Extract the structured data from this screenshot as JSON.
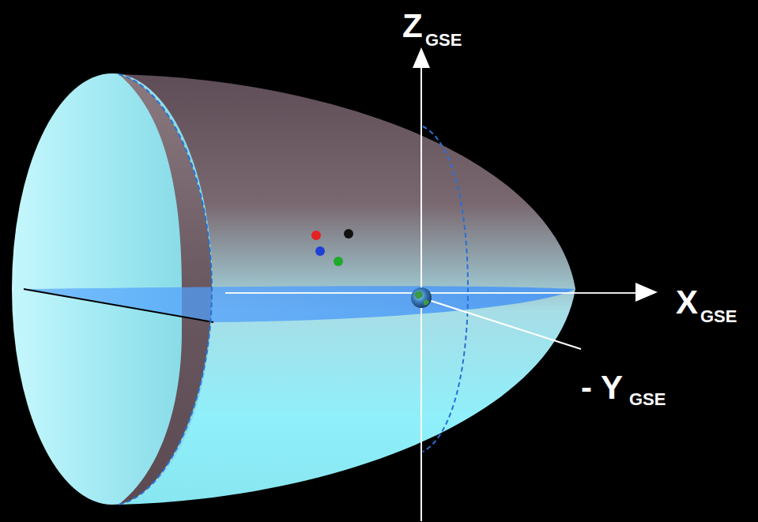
{
  "diagram": {
    "labels": [
      "Z",
      "GSE",
      "X",
      "GSE",
      "- Y",
      "GSE"
    ]
  }
}
